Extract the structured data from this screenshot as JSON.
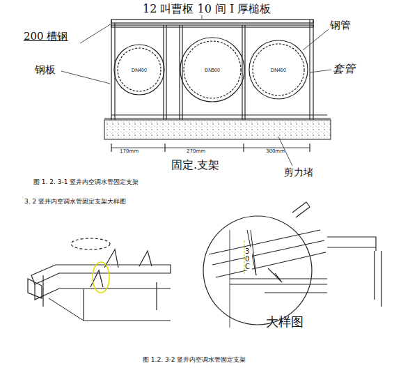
{
  "diagram": {
    "caption": "图 1.2. 3-2 竖井内空调水管固定支架",
    "nodes": [
      {
        "text": [
          "DN400"
        ]
      },
      {
        "text": [
          "DN500"
        ]
      },
      {
        "text": [
          "DN400"
        ]
      }
    ],
    "edges": [],
    "labels": [
      "12 叫曹枢 10 间 I 厚槌板",
      "钢管",
      "200 槽钢",
      "钢板",
      "套管",
      "170mm",
      "270mm",
      "300mm",
      "固定.支架",
      "剪力堵",
      "图 1. 2. 3-1 竖井内空调水管固定支架",
      "3. 2 竖井内空调水管固定支架大样图",
      "30C",
      "大样图"
    ]
  }
}
